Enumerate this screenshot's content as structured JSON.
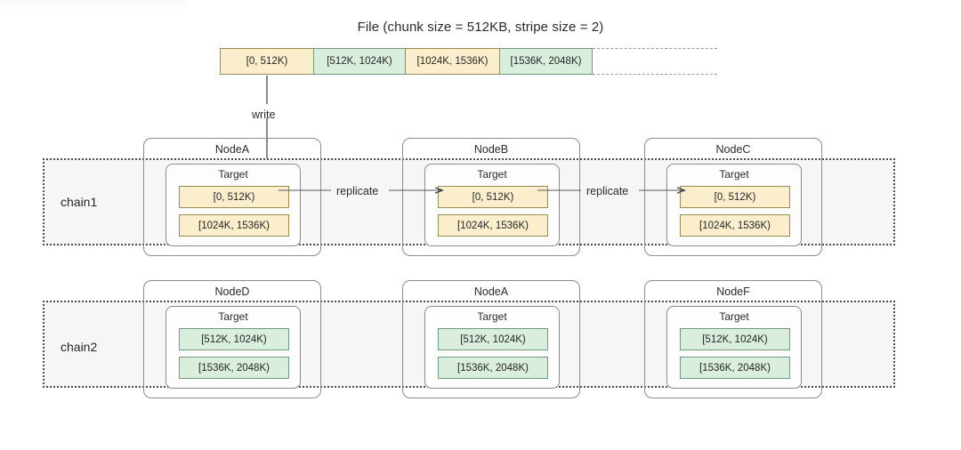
{
  "diagram": {
    "title": "File (chunk size = 512KB, stripe size = 2)",
    "file_chunks": [
      {
        "label": "[0, 512K)",
        "color": "amber",
        "width": 105
      },
      {
        "label": "[512K, 1024K)",
        "color": "green",
        "width": 103
      },
      {
        "label": "[1024K, 1536K)",
        "color": "amber",
        "width": 106
      },
      {
        "label": "[1536K, 2048K)",
        "color": "green",
        "width": 105
      }
    ],
    "write_label": "write",
    "replicate_label_1": "replicate",
    "replicate_label_2": "replicate",
    "target_title": "Target",
    "chains": [
      {
        "name": "chain1",
        "nodes": [
          {
            "name": "NodeA",
            "slots": [
              {
                "label": "[0, 512K)",
                "color": "amber"
              },
              {
                "label": "[1024K, 1536K)",
                "color": "amber"
              }
            ]
          },
          {
            "name": "NodeB",
            "slots": [
              {
                "label": "[0, 512K)",
                "color": "amber"
              },
              {
                "label": "[1024K, 1536K)",
                "color": "amber"
              }
            ]
          },
          {
            "name": "NodeC",
            "slots": [
              {
                "label": "[0, 512K)",
                "color": "amber"
              },
              {
                "label": "[1024K, 1536K)",
                "color": "amber"
              }
            ]
          }
        ]
      },
      {
        "name": "chain2",
        "nodes": [
          {
            "name": "NodeD",
            "slots": [
              {
                "label": "[512K, 1024K)",
                "color": "green"
              },
              {
                "label": "[1536K, 2048K)",
                "color": "green"
              }
            ]
          },
          {
            "name": "NodeA",
            "slots": [
              {
                "label": "[512K, 1024K)",
                "color": "green"
              },
              {
                "label": "[1536K, 2048K)",
                "color": "green"
              }
            ]
          },
          {
            "name": "NodeF",
            "slots": [
              {
                "label": "[512K, 1024K)",
                "color": "green"
              },
              {
                "label": "[1536K, 2048K)",
                "color": "green"
              }
            ]
          }
        ]
      }
    ],
    "colors": {
      "amber_fill": "#faeecd",
      "amber_stroke": "#9c8b52",
      "green_fill": "#daeede",
      "green_stroke": "#6f9c81",
      "band_fill": "#f6f6f6",
      "band_stroke": "#4d4d4d",
      "line": "#595959",
      "text": "#262626",
      "background": "#ffffff"
    }
  }
}
